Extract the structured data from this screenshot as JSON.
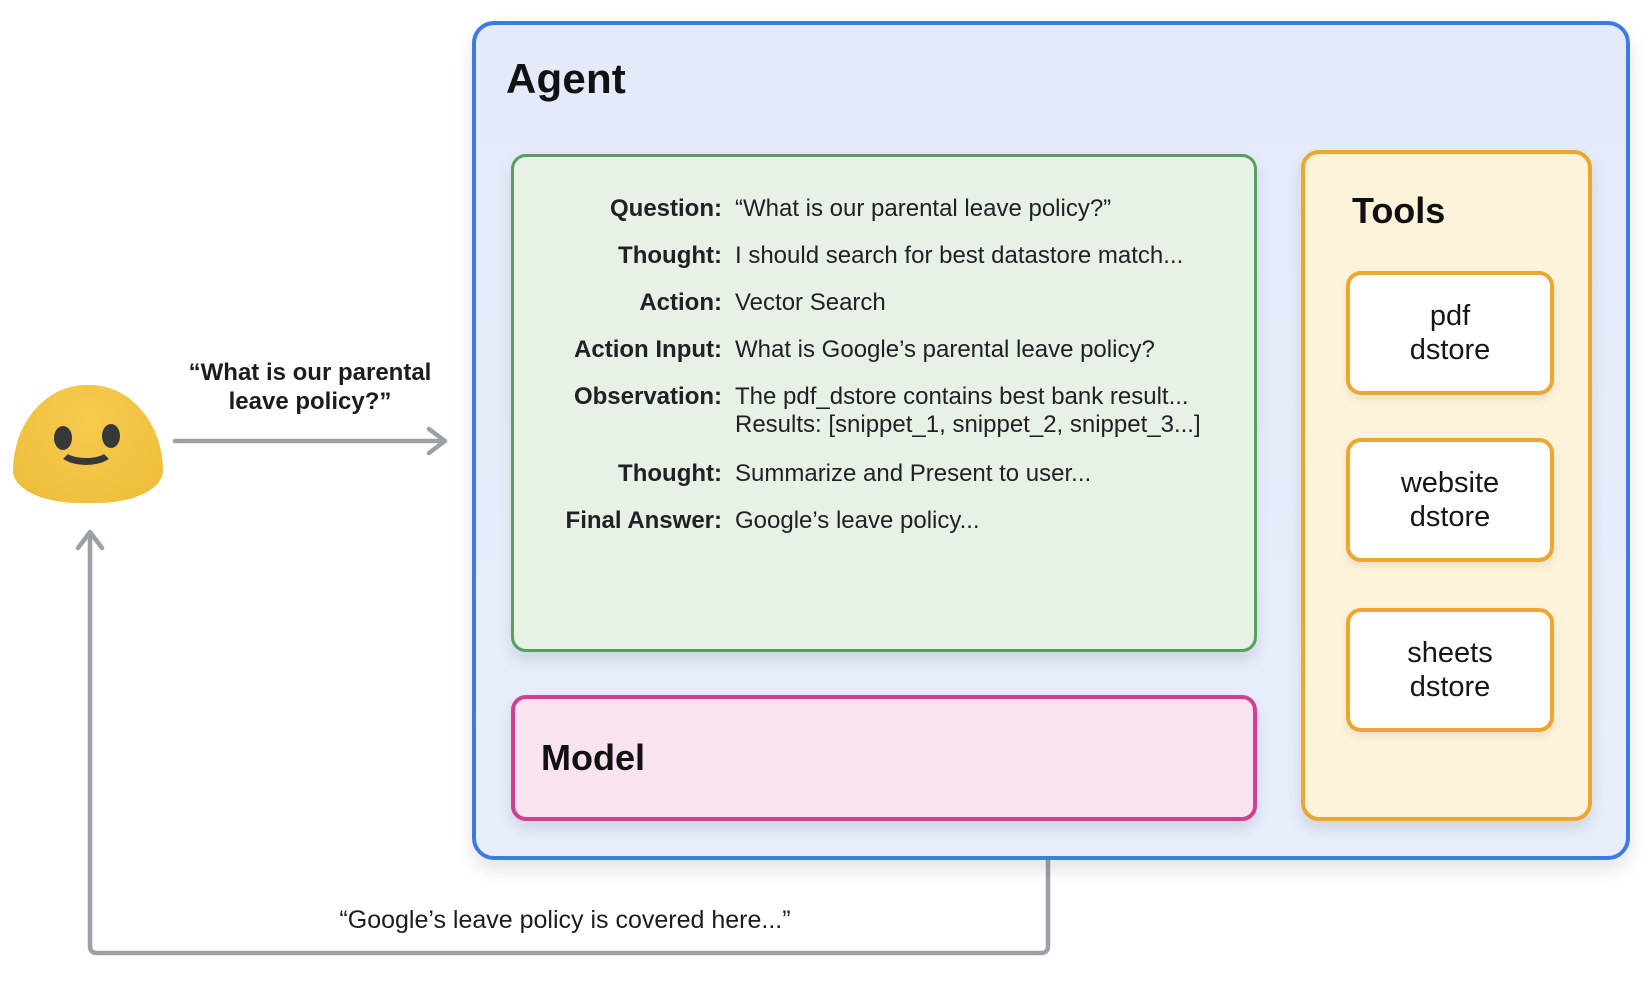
{
  "diagram_title": "Agent with vector-search tools flow",
  "user": {
    "emoji": "blob-smiley",
    "request_line1": "“What is our parental",
    "request_line2": "leave policy?”",
    "response_label": "“Google’s leave policy is covered here...”"
  },
  "agent": {
    "title": "Agent",
    "scratchpad": {
      "rows": [
        {
          "label": "Question:",
          "value": "“What is our parental leave policy?”"
        },
        {
          "label": "Thought:",
          "value": "I should search for best datastore match..."
        },
        {
          "label": "Action:",
          "value": "Vector Search"
        },
        {
          "label": "Action Input:",
          "value": "What is Google’s parental leave policy?"
        },
        {
          "label": "Observation:",
          "value": "The pdf_dstore contains best bank result...",
          "value_line2": "Results: [snippet_1, snippet_2, snippet_3...]"
        },
        {
          "label": "Thought:",
          "value": "Summarize and Present to user..."
        },
        {
          "label": "Final Answer:",
          "value": "Google’s leave policy..."
        }
      ]
    },
    "model": {
      "title": "Model"
    },
    "tools": {
      "title": "Tools",
      "items": [
        {
          "line1": "pdf",
          "line2": "dstore"
        },
        {
          "line1": "website",
          "line2": "dstore"
        },
        {
          "line1": "sheets",
          "line2": "dstore"
        }
      ]
    }
  },
  "colors": {
    "agent_border": "#3c7be4",
    "agent_fill": "#e6ecf9",
    "scratchpad_border": "#55a05e",
    "scratchpad_fill": "#e8f1e6",
    "model_border": "#d23f92",
    "model_fill": "#f9e3f0",
    "tools_border": "#eda62f",
    "tools_fill": "#fcf3da",
    "tool_item_fill": "#ffffff",
    "arrow_gray": "#9aa0a6",
    "blob_yellow": "#f2c343",
    "text": "#202124"
  }
}
